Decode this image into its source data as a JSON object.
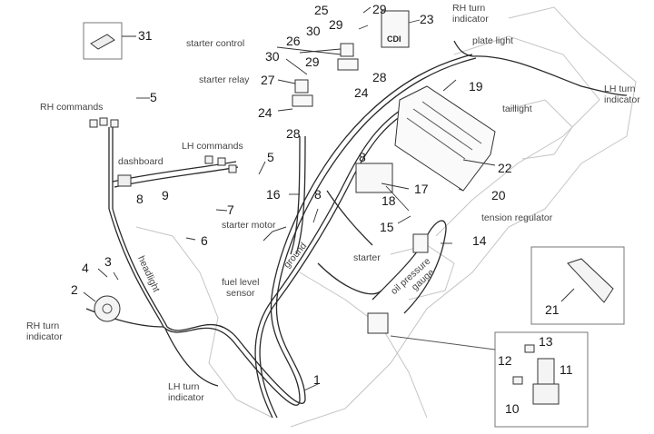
{
  "diagram": {
    "title": "Electrical system wiring harness exploded view",
    "colors": {
      "line": "#2a2a2a",
      "frame": "#b8b8b8",
      "text": "#1a1a1a",
      "label": "#444444"
    },
    "part_numbers": {
      "p1": "1",
      "p2": "2",
      "p3": "3",
      "p4": "4",
      "p5a": "5",
      "p5b": "5",
      "p6": "6",
      "p7": "7",
      "p8a": "8",
      "p8b": "8",
      "p8c": "8",
      "p9": "9",
      "p10": "10",
      "p11": "11",
      "p12": "12",
      "p13": "13",
      "p14": "14",
      "p15": "15",
      "p16": "16",
      "p17": "17",
      "p18": "18",
      "p19": "19",
      "p20": "20",
      "p21": "21",
      "p22": "22",
      "p23": "23",
      "p24a": "24",
      "p24b": "24",
      "p25": "25",
      "p26": "26",
      "p27": "27",
      "p28a": "28",
      "p28b": "28",
      "p29a": "29",
      "p29b": "29",
      "p29c": "29",
      "p30a": "30",
      "p30b": "30",
      "p31": "31"
    },
    "labels": {
      "rh_commands": "RH commands",
      "lh_commands": "LH commands",
      "dashboard": "dashboard",
      "starter_control": "starter control",
      "starter_relay": "starter relay",
      "rh_turn_top_1": "RH turn",
      "rh_turn_top_2": "indicator",
      "plate_light": "plate light",
      "lh_turn_right_1": "LH turn",
      "lh_turn_right_2": "indicator",
      "taillight": "taillight",
      "tension_regulator": "tension regulator",
      "starter_motor": "starter motor",
      "ground": "ground",
      "starter": "starter",
      "fuel_level_1": "fuel level",
      "fuel_level_2": "sensor",
      "oil_pressure_1": "oil pressure",
      "oil_pressure_2": "gauge",
      "headlight": "headlight",
      "rh_turn_left_1": "RH turn",
      "rh_turn_left_2": "indicator",
      "lh_turn_bottom_1": "LH turn",
      "lh_turn_bottom_2": "indicator",
      "cdi": "CDI"
    }
  }
}
